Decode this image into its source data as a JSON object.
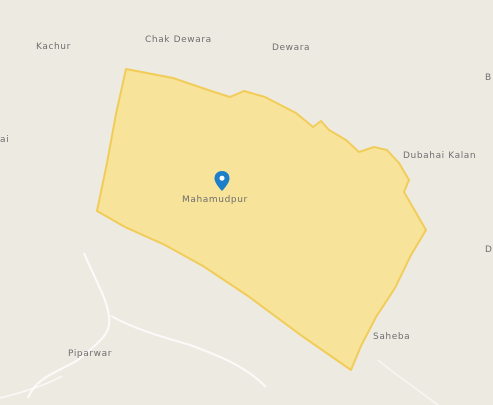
{
  "map": {
    "place_labels": {
      "kachur": "Kachur",
      "chak_dewara": "Chak Dewara",
      "dewara": "Dewara",
      "partial_right_top": "B",
      "partial_left": "ai",
      "dubahai_kalan": "Dubahai Kalan",
      "mahamudpur": "Mahamudpur",
      "partial_right_mid": "D",
      "saheba": "Saheba",
      "piparwar": "Piparwar"
    },
    "selected_place": "Mahamudpur",
    "colors": {
      "background": "#edeae2",
      "boundary_fill": "#f7e39a",
      "boundary_stroke": "#f1cc58",
      "pin": "#1c7fc7",
      "road": "#ffffff"
    },
    "marker_icon": "map-pin-icon"
  }
}
